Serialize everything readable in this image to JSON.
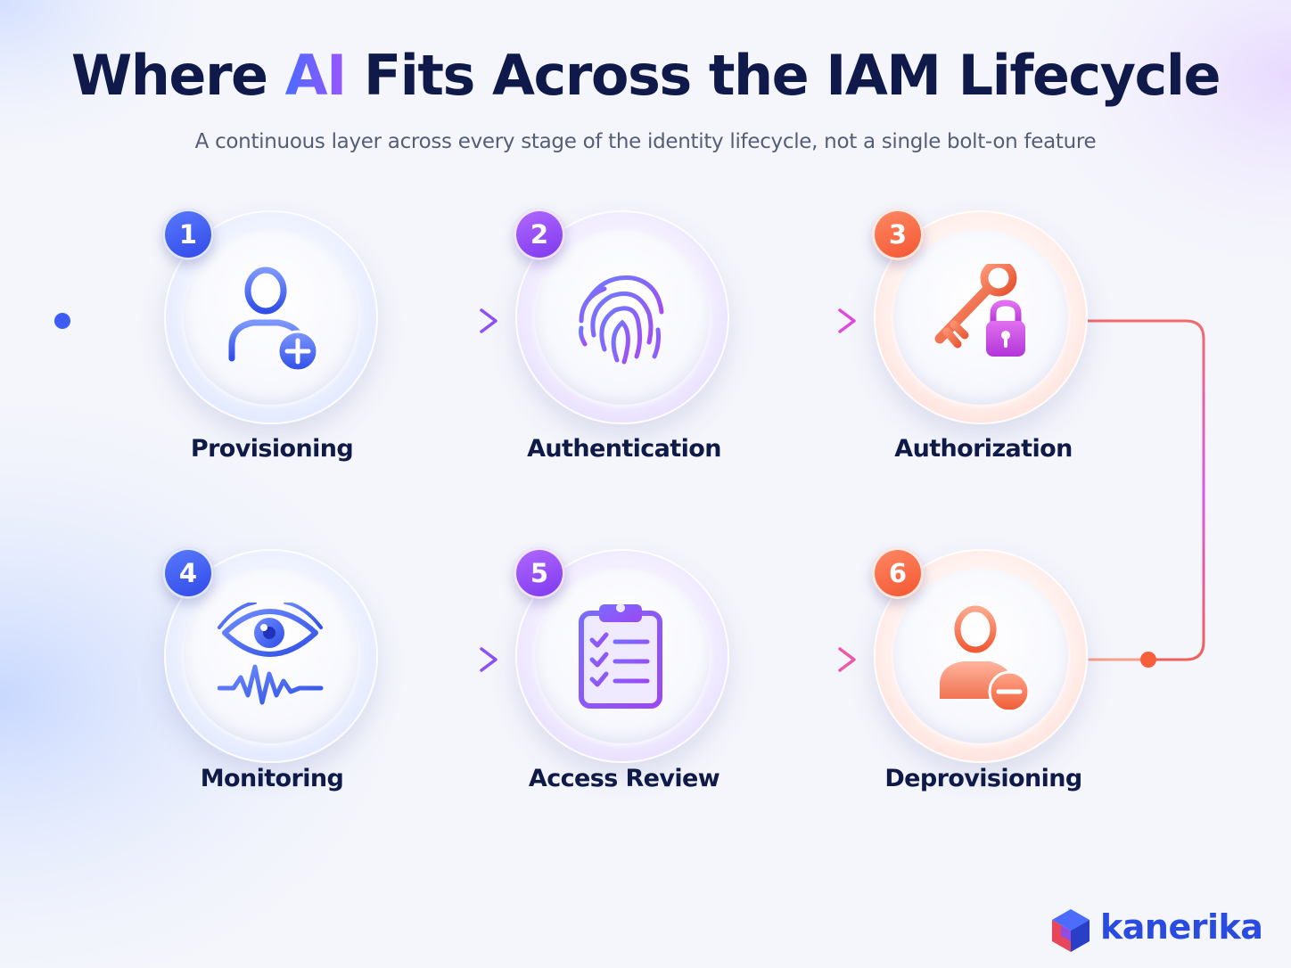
{
  "header": {
    "title_before": "Where ",
    "title_highlight": "AI",
    "title_after": " Fits Across the IAM Lifecycle",
    "subtitle": "A continuous layer across every stage of the identity lifecycle, not a single bolt-on feature"
  },
  "stages": [
    {
      "number": "1",
      "label": "Provisioning",
      "icon": "user-plus-icon"
    },
    {
      "number": "2",
      "label": "Authentication",
      "icon": "fingerprint-icon"
    },
    {
      "number": "3",
      "label": "Authorization",
      "icon": "key-lock-icon"
    },
    {
      "number": "4",
      "label": "Monitoring",
      "icon": "eye-waveform-icon"
    },
    {
      "number": "5",
      "label": "Access Review",
      "icon": "clipboard-checklist-icon"
    },
    {
      "number": "6",
      "label": "Deprovisioning",
      "icon": "user-minus-icon"
    }
  ],
  "colors": {
    "navy": "#0f1a4b",
    "blue": "#3d5cf5",
    "violet": "#9646f5",
    "magenta": "#d552e6",
    "coral": "#f5603a"
  },
  "brand": {
    "name": "kanerika",
    "icon": "cube-logo-icon"
  }
}
